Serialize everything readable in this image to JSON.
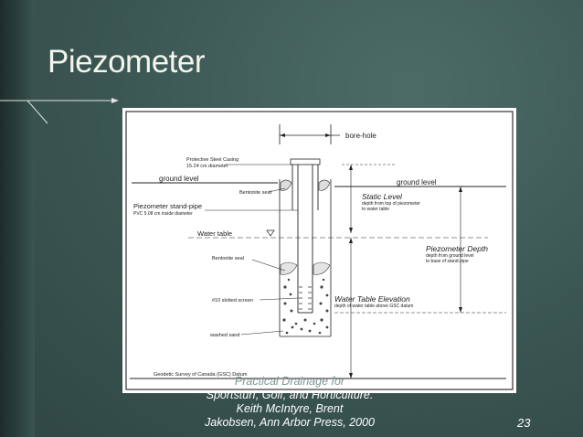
{
  "slide": {
    "title": "Piezometer",
    "page_number": "23"
  },
  "caption": {
    "line1": "Practical Drainage for",
    "line2": "Sportsturf, Golf, and Horticulture.",
    "line3": "Keith McIntyre, Brent",
    "line4": "Jakobsen, Ann Arbor Press, 2000"
  },
  "diagram": {
    "bore_hole": "bore-hole",
    "protective_casing": "Protective Steel Casing",
    "casing_diameter": "15.24 cm diameter",
    "ground_level_left": "ground level",
    "ground_level_right": "ground level",
    "bentonite_seal_top": "Bentonite seal",
    "standpipe": "Piezometer stand-pipe",
    "standpipe_note": "PVC 5.08 cm inside diameter",
    "static_level": "Static Level",
    "static_level_note1": "depth from top of piezometer",
    "static_level_note2": "to water table",
    "water_table": "Water table",
    "bentonite_seal_mid": "Bentonite seal",
    "piezometer_depth": "Piezometer Depth",
    "piezometer_depth_note1": "depth from ground level",
    "piezometer_depth_note2": "to base of stand-pipe",
    "slotted_screen": "#10 slotted screen",
    "water_table_elevation": "Water Table Elevation",
    "wte_note": "depth of water table above GSC datum",
    "washed_sand": "washed sand",
    "datum": "Geodetic Survey of Canada (GSC) Datum"
  },
  "colors": {
    "background": "#3d5a57",
    "title": "#f4f4ee"
  }
}
